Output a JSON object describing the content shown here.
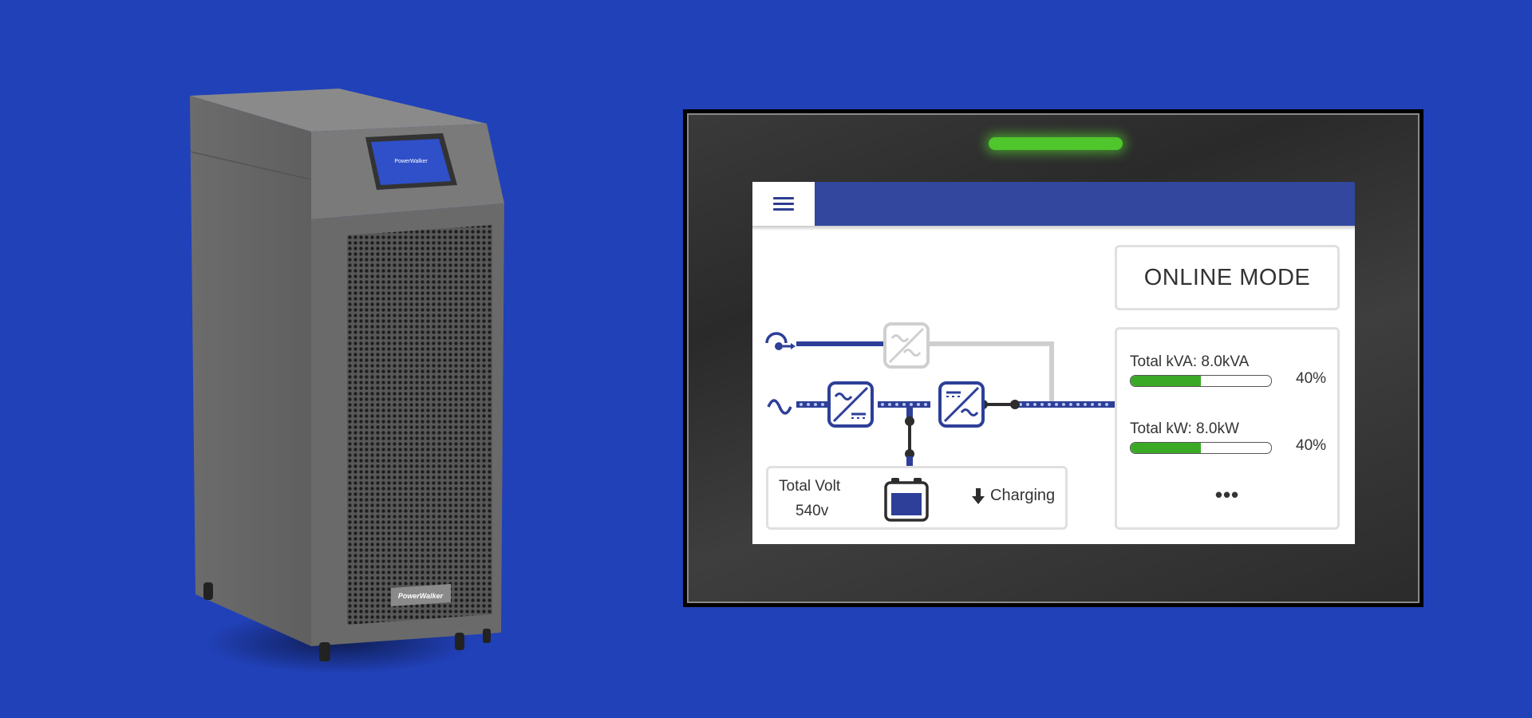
{
  "colors": {
    "background": "#2141b9",
    "topbar": "#32479d",
    "flow_blue": "#2d3f98",
    "bypass_grey": "#cfcfcf",
    "progress_green": "#3aaa26",
    "led_green": "#4fc62b"
  },
  "device": {
    "brand_front": "PowerWalker",
    "brand_screen": "PowerWalker"
  },
  "screen": {
    "menu_icon": "hamburger-menu-icon",
    "mode": "ONLINE MODE",
    "stats": {
      "kva_label": "Total kVA: 8.0kVA",
      "kva_pct": "40%",
      "kva_fraction": 0.5,
      "kw_label": "Total kW: 8.0kW",
      "kw_pct": "40%",
      "kw_fraction": 0.5,
      "more": "•••"
    },
    "battery": {
      "label": "Total Volt",
      "value": "540v",
      "status": "Charging",
      "status_icon": "arrow-down-icon",
      "icon": "battery-icon"
    },
    "flow_icons": [
      "bypass-input-icon",
      "ac-input-icon",
      "static-switch-icon",
      "rectifier-icon",
      "inverter-icon"
    ]
  }
}
